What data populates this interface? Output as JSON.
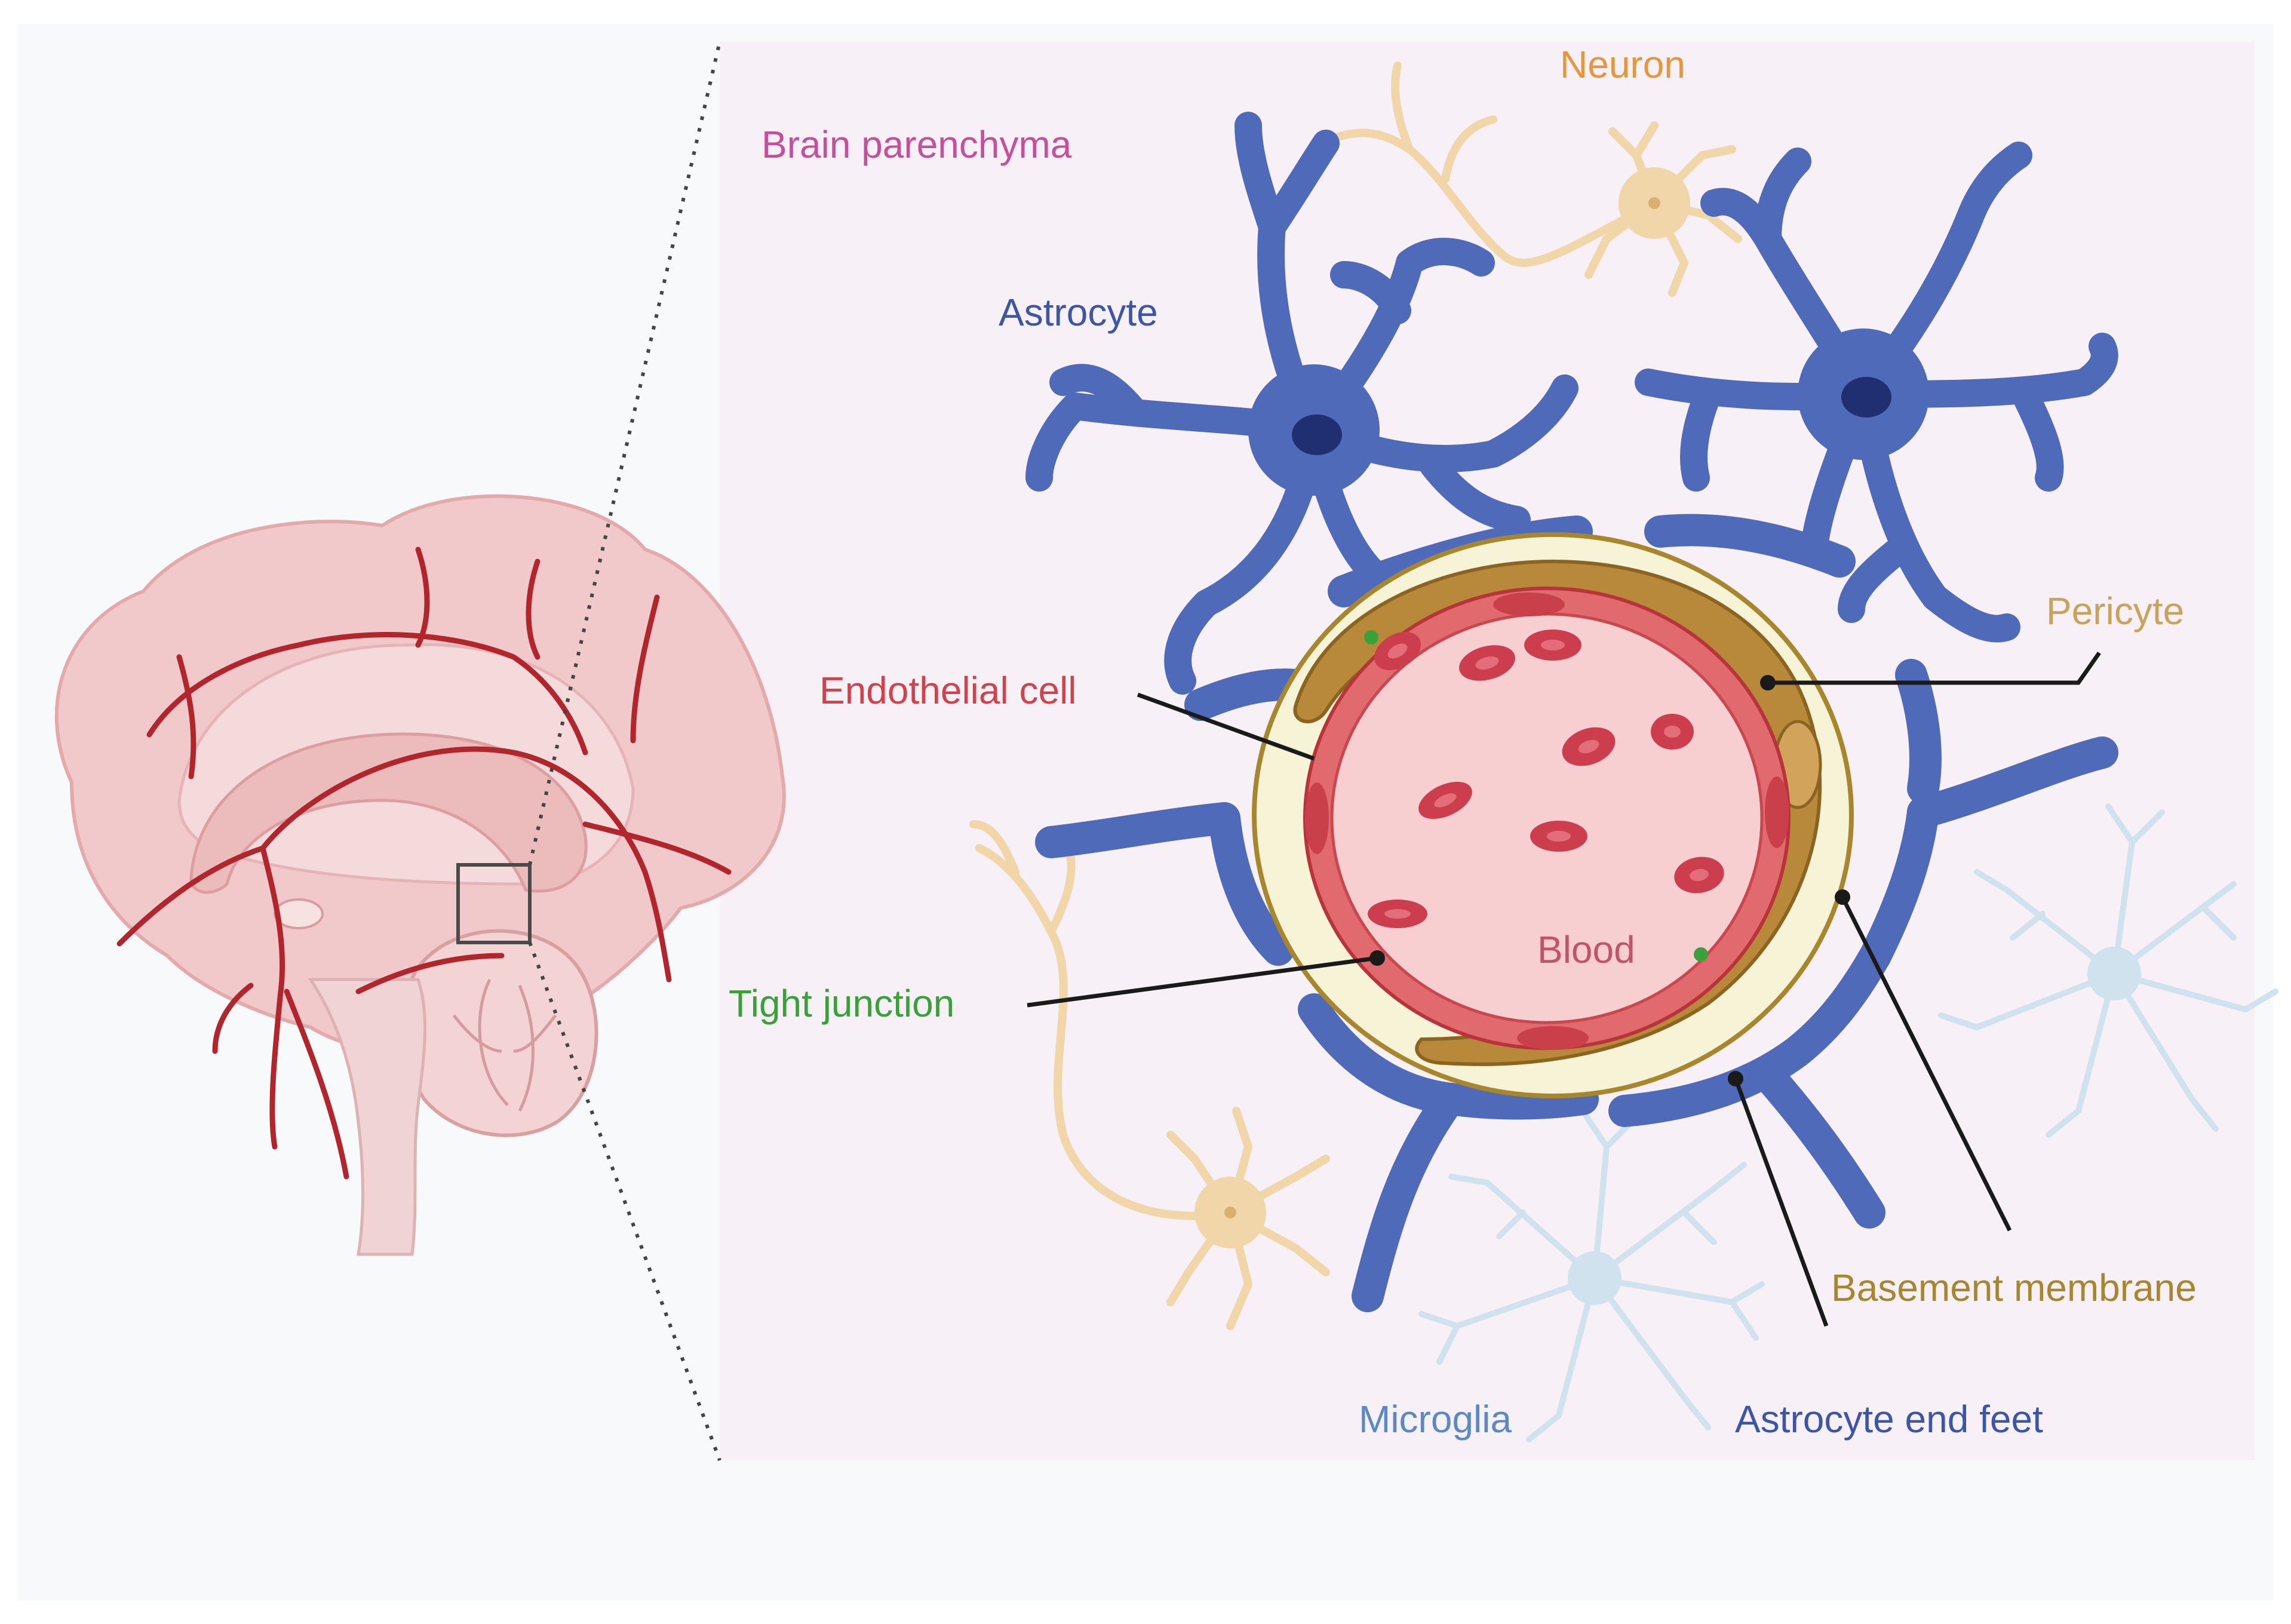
{
  "labels": {
    "brain_parenchyma": "Brain parenchyma",
    "neuron": "Neuron",
    "astrocyte": "Astrocyte",
    "pericyte": "Pericyte",
    "endothelial_cell": "Endothelial cell",
    "tight_junction": "Tight junction",
    "blood": "Blood",
    "basement_membrane": "Basement membrane",
    "microglia": "Microglia",
    "astrocyte_end_feet": "Astrocyte end feet"
  },
  "colors": {
    "background_outer": "#f8f9fb",
    "panel": "#f7f0f6",
    "brain_parenchyma": "#c4509c",
    "neuron": "#e6963c",
    "neuron_cell": "#f0d6a8",
    "astrocyte": "#4f6ab8",
    "astrocyte_nucleus": "#1f2f72",
    "pericyte": "#c9a35a",
    "pericyte_fill": "#b8893a",
    "endothelial": "#d0434c",
    "endothelial_fill": "#e06a6e",
    "blood_fill": "#f7cfd1",
    "blood_text": "#c0546a",
    "rbc": "#cc3d4d",
    "tight_junction": "#3aa03a",
    "basement_membrane": "#a8862e",
    "basement_fill": "#f6f3d6",
    "microglia": "#5b89c2",
    "microglia_cell": "#cfe2ee",
    "end_feet_text": "#3d55a6",
    "brain_tissue": "#f1c9ca",
    "brain_vessel": "#b1262c"
  },
  "icons": [
    "brain-sagittal-illustration",
    "zoom-box-icon",
    "astrocyte-cell",
    "neuron-cell",
    "microglia-cell",
    "blood-vessel-cross-section",
    "red-blood-cell"
  ]
}
